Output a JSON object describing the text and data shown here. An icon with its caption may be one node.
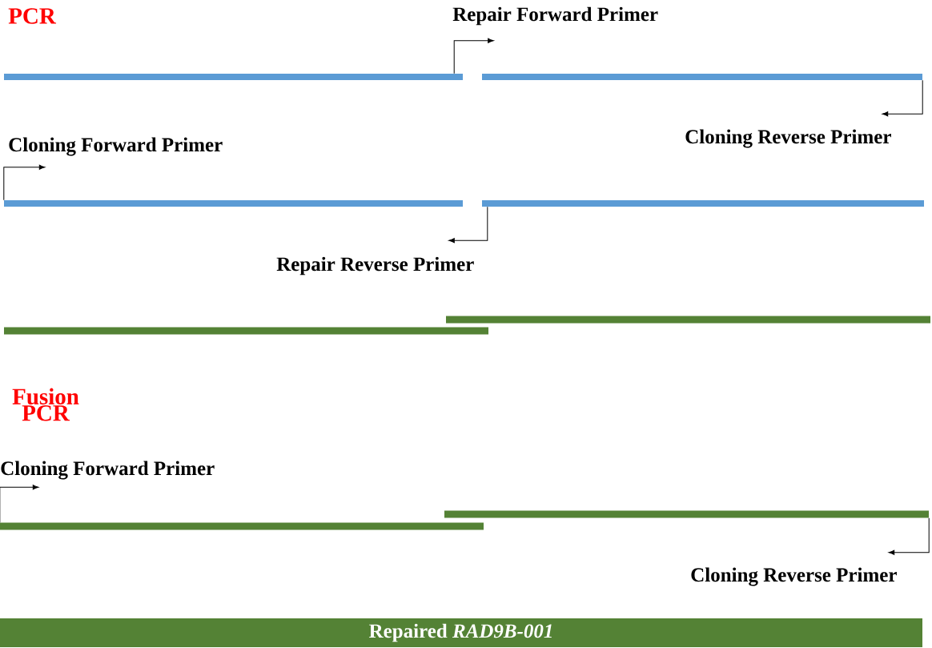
{
  "diagram": {
    "nodes": [
      {
        "text": [],
        "shape": "bar"
      },
      {
        "text": [],
        "shape": "bar"
      },
      {
        "text": [],
        "shape": "bar"
      },
      {
        "text": [],
        "shape": "bar"
      },
      {
        "text": [],
        "shape": "bar"
      },
      {
        "text": [],
        "shape": "bar"
      },
      {
        "text": [],
        "shape": "bar"
      },
      {
        "text": [],
        "shape": "bar"
      },
      {
        "text": [
          "Repaired *RAD9B-001*"
        ]
      }
    ],
    "edges": [
      {
        "from": 0,
        "to": null,
        "arrow": "to",
        "label": "Repair Forward Primer"
      },
      {
        "from": 1,
        "to": null,
        "arrow": "to",
        "label": "Cloning Reverse Primer"
      },
      {
        "from": 2,
        "to": null,
        "arrow": "to",
        "label": "Cloning Forward Primer"
      },
      {
        "from": 3,
        "to": null,
        "arrow": "to",
        "label": "Repair Reverse Primer"
      },
      {
        "from": 6,
        "to": null,
        "arrow": "to",
        "label": "Cloning Forward Primer"
      },
      {
        "from": 7,
        "to": null,
        "arrow": "to",
        "label": "Cloning Reverse Primer"
      }
    ],
    "labels": [
      "PCR",
      "Fusion PCR"
    ]
  }
}
